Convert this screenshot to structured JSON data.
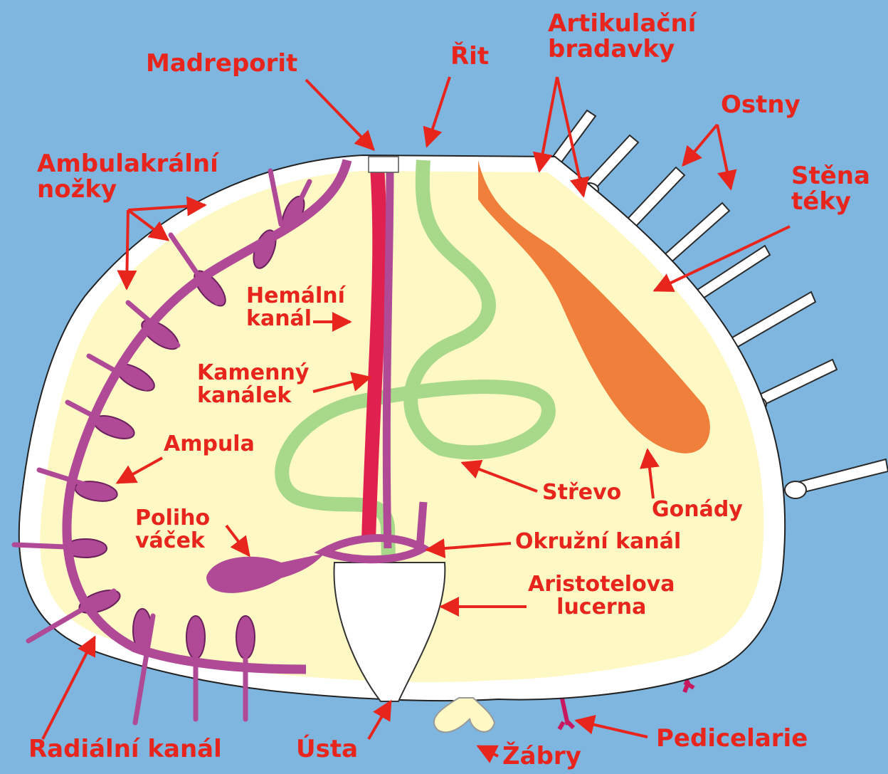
{
  "labels": {
    "madreporit": "Madreporit",
    "rit": "Řit",
    "artikulacni": "Artikulační\nbradavky",
    "ostny": "Ostny",
    "stena": "Stěna\ntéky",
    "ambulakralni": "Ambulakrální\nnožky",
    "hemalni": "Hemální\nkanál",
    "kamenny": "Kamenný\nkanálek",
    "ampula": "Ampula",
    "poliho": "Poliho\nváček",
    "strevo": "Střevo",
    "gonady": "Gonády",
    "okruzni": "Okružní kanál",
    "aristotelova": "Aristotelova\nlucerna",
    "radialni": "Radiální kanál",
    "usta": "Ústa",
    "zabry": "Žábry",
    "pedicelarie": "Pedicelarie"
  },
  "colors": {
    "background": "#7fb6e0",
    "label": "#e8251d",
    "interior": "#fdf8c4",
    "shell": "#ffffff",
    "water_vascular": "#b04a96",
    "hemal": "#e0204f",
    "gut": "#a8d98a",
    "gonad": "#ef7f3b"
  }
}
